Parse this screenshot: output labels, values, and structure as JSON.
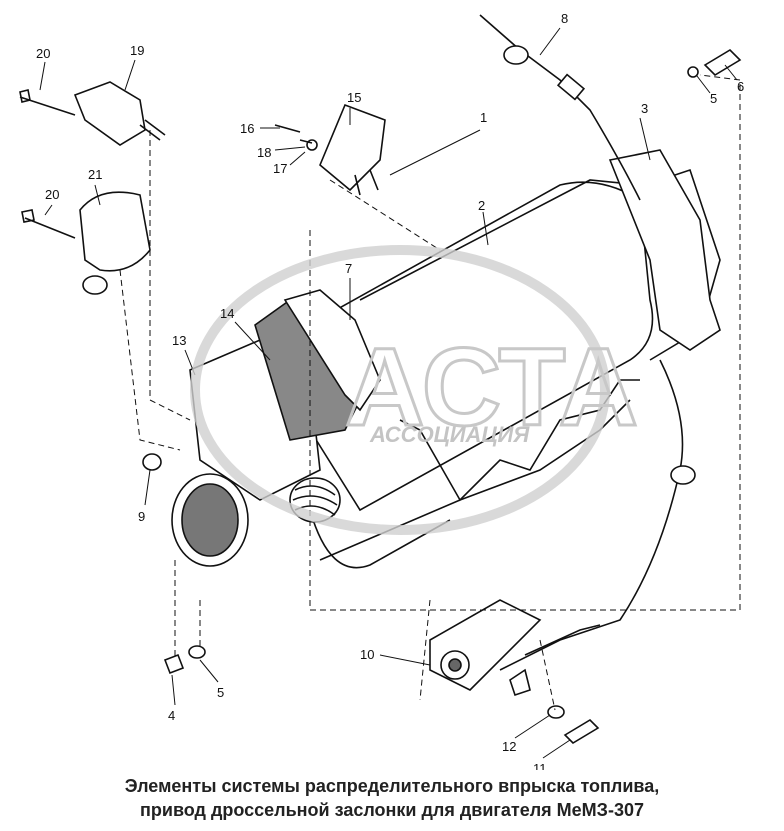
{
  "callouts": [
    "20",
    "19",
    "8",
    "6",
    "5",
    "3",
    "1",
    "15",
    "16",
    "18",
    "17",
    "2",
    "20",
    "21",
    "7",
    "14",
    "13",
    "9",
    "10",
    "4",
    "5",
    "12",
    "11"
  ],
  "watermark": {
    "title": "АСТА",
    "subtitle": "АССОЦИАЦИЯ"
  },
  "caption": {
    "line1": "Элементы системы распределительного впрыска топлива,",
    "line2": "привод дроссельной заслонки для двигателя МеМЗ-307"
  }
}
